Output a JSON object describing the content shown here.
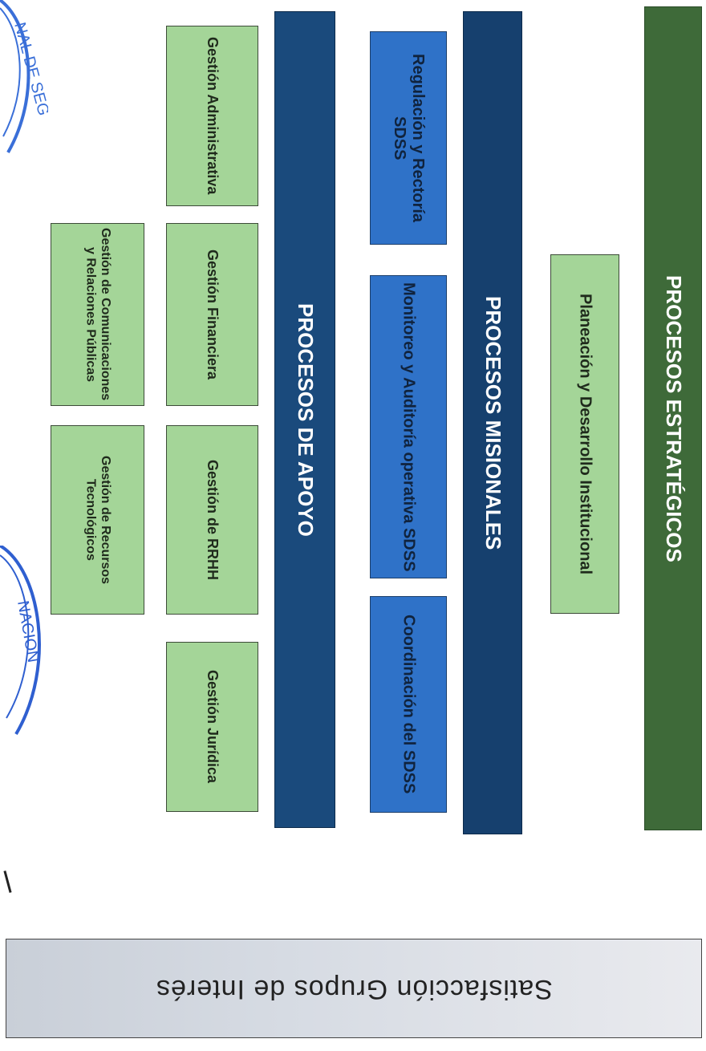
{
  "diagram": {
    "estrategicos": {
      "title": "PROCESOS ESTRATÉGICOS",
      "items": [
        "Planeación y Desarrollo Institucional"
      ]
    },
    "misionales": {
      "title": "PROCESOS MISIONALES",
      "items": [
        "Regulación y Rectoría SDSS",
        "Monitoreo y Auditoría operativa SDSS",
        "Coordinación del SDSS"
      ]
    },
    "apoyo": {
      "title": "PROCESOS DE APOYO",
      "items_row1": [
        "Gestión Administrativa",
        "Gestión Financiera",
        "Gestión de RRHH",
        "Gestión Jurídica"
      ],
      "items_row2": [
        "Gestión de Comunicaciones y Relaciones Públicas",
        "Gestión de Recursos Tecnológicos"
      ]
    },
    "satisfaccion": "Satisfacción Grupos de Interés"
  },
  "colors": {
    "estrategicos": "#3e6a39",
    "misionales": "#16406e",
    "misionales_items": "#2f72c8",
    "apoyo_items": "#a4d598"
  }
}
